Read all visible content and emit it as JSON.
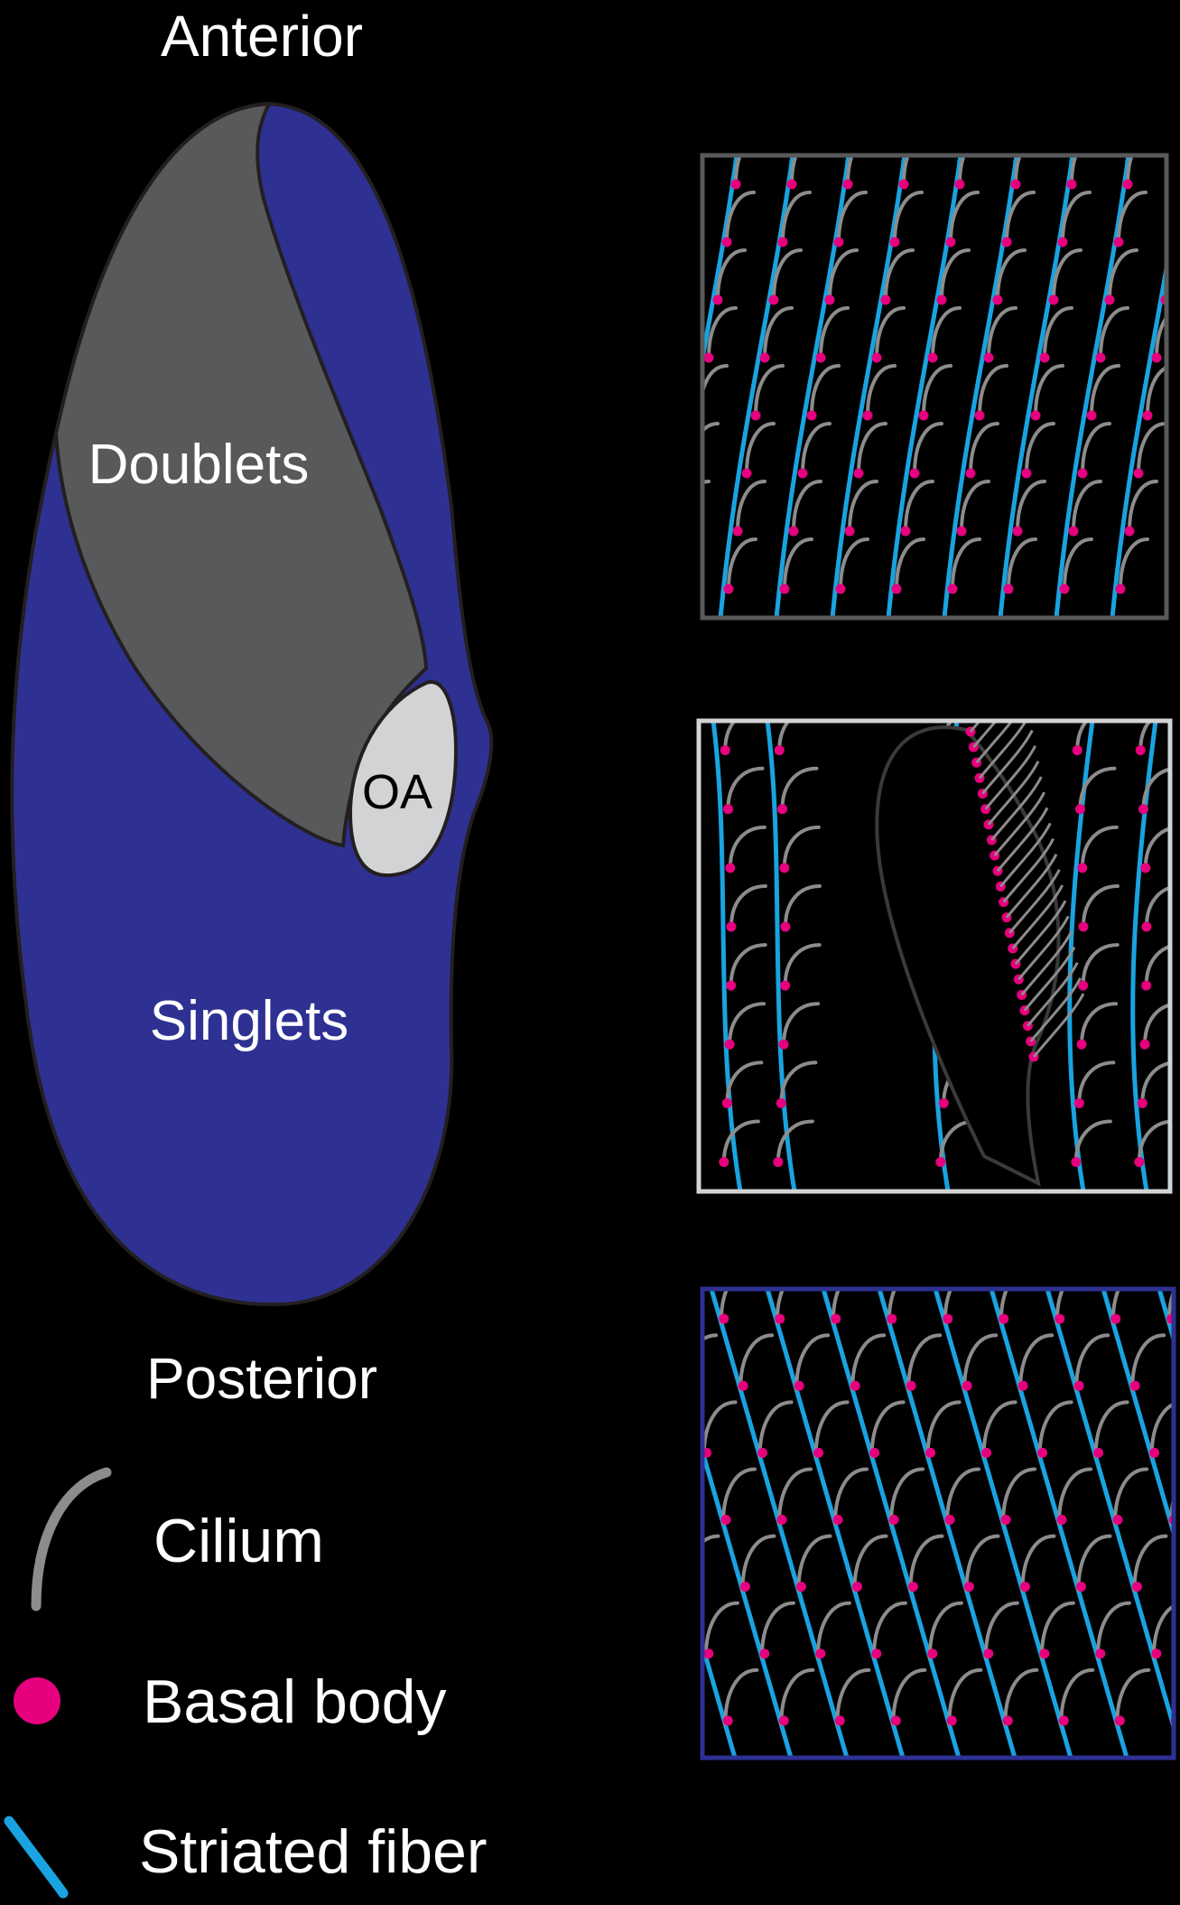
{
  "labels": {
    "anterior": "Anterior",
    "posterior": "Posterior",
    "doublets": "Doublets",
    "singlets": "Singlets",
    "oral_apparatus": "OA"
  },
  "legend": [
    {
      "key": "cilium",
      "label": "Cilium",
      "icon": "cilium-icon",
      "color": "#8c8c8c"
    },
    {
      "key": "basal_body",
      "label": "Basal body",
      "icon": "basal-body-icon",
      "color": "#e6007e"
    },
    {
      "key": "striated_fiber",
      "label": "Striated fiber",
      "icon": "striated-fiber-icon",
      "color": "#19a3e0"
    }
  ],
  "colors": {
    "background": "#000000",
    "doublets_region": "#58595b",
    "singlets_region": "#2e3192",
    "oral_apparatus": "#d1d3d4",
    "outline": "#231f20",
    "cilium": "#8c8c8c",
    "basal_body": "#e6007e",
    "striated_fiber": "#19a3e0",
    "panel_doublets_border": "#58595b",
    "panel_oa_border": "#d1d3d4",
    "panel_singlets_border": "#2e3192"
  },
  "panels": [
    {
      "key": "doublets",
      "pattern": "steep-rows"
    },
    {
      "key": "oral_apparatus",
      "pattern": "oa-region"
    },
    {
      "key": "singlets",
      "pattern": "diagonal-rows"
    }
  ]
}
